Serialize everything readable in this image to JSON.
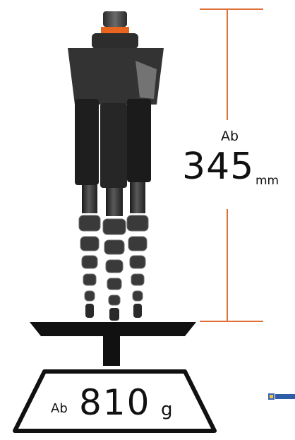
{
  "height_spec": {
    "prefix": "Ab",
    "value": "345",
    "unit": "mm"
  },
  "weight_spec": {
    "prefix": "Ab",
    "value": "810",
    "unit": "g"
  },
  "colors": {
    "dimension_line": "#e0703a",
    "scale": "#111111",
    "tripod_dark": "#2a2a2a",
    "tripod_mid": "#4a4a4a",
    "accent_ring": "#e8651f"
  },
  "icons": {
    "product": "folded-tripod-icon",
    "weight": "weighing-scale-icon",
    "corner_mark": "stamp-icon"
  }
}
